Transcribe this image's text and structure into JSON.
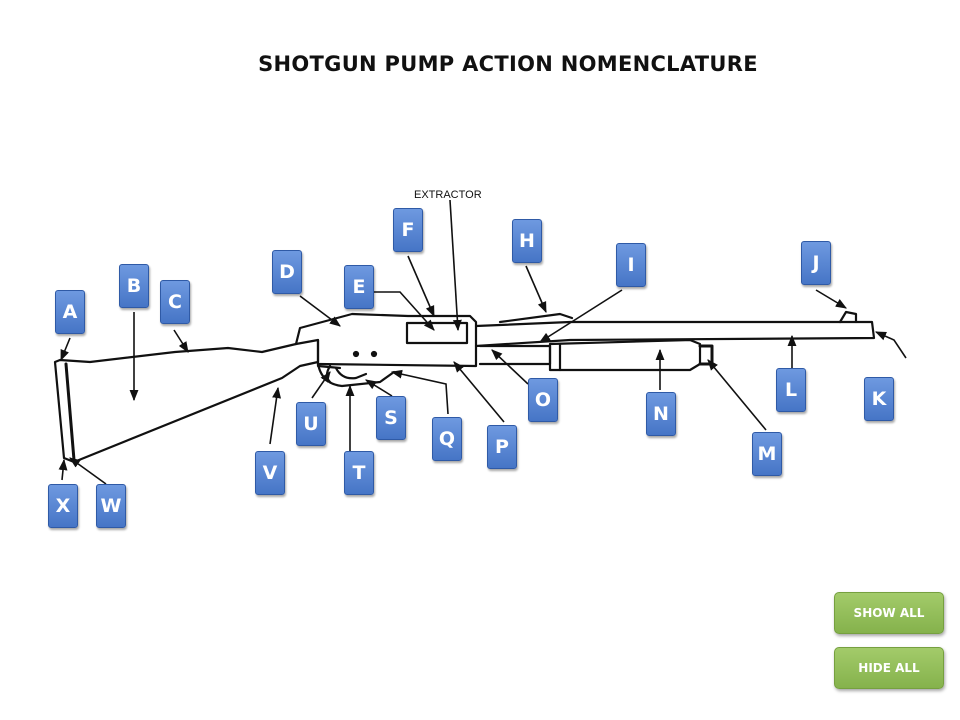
{
  "title": "SHOTGUN PUMP ACTION NOMENCLATURE",
  "diagram_text": {
    "extractor": "EXTRACTOR"
  },
  "labels": [
    "A",
    "B",
    "C",
    "D",
    "E",
    "F",
    "H",
    "I",
    "J",
    "K",
    "L",
    "M",
    "N",
    "O",
    "P",
    "Q",
    "S",
    "T",
    "U",
    "V",
    "W",
    "X"
  ],
  "controls": {
    "show_all": "SHOW ALL",
    "hide_all": "HIDE ALL"
  },
  "colors": {
    "label_bg": "#5b86d4",
    "control_bg": "#95bf5a"
  }
}
